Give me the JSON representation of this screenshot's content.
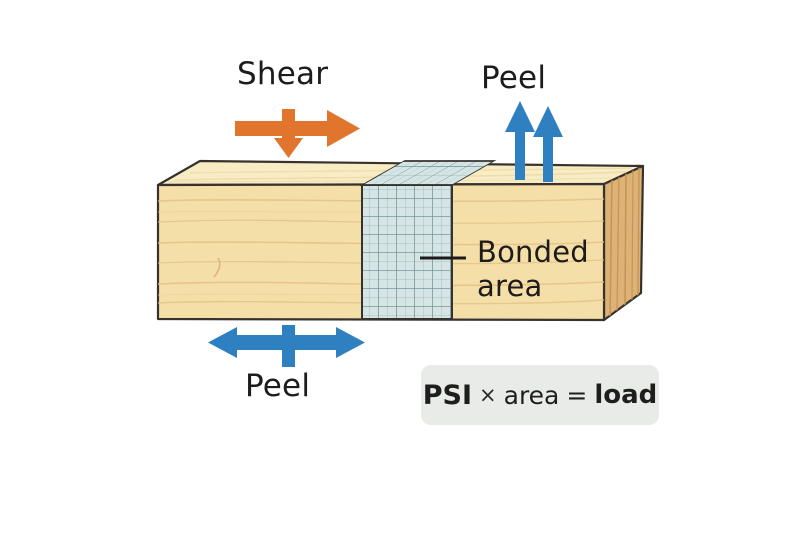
{
  "labels": {
    "shear": "Shear",
    "peel_top": "Peel",
    "peel_bottom": "Peel",
    "bonded_area_line1": "Bonded",
    "bonded_area_line2": "area"
  },
  "formula": {
    "psi": "PSI",
    "times": "×",
    "area": "area",
    "equals": "=",
    "load": "load"
  },
  "icons": {
    "shear_arrow": "right-and-down-arrow",
    "peel_top_arrows": "two-up-arrows",
    "peel_bottom_arrow": "left-right-double-arrow",
    "bonded_callout": "pointer-line"
  },
  "colors": {
    "shear_arrow": "#e2752e",
    "peel_arrow": "#2e80c0",
    "wood_front": "#f5dfa9",
    "wood_top": "#f8ecc4",
    "wood_side": "#dcb277",
    "bonded_grid_fill": "#d5e4e5",
    "bonded_grid_line_minor": "#a6bfc2",
    "bonded_grid_line_major": "#78989e",
    "outline": "#37332c",
    "text": "#1d1c1a",
    "formula_box_bg": "#e9ebe8",
    "background": "#ffffff"
  }
}
